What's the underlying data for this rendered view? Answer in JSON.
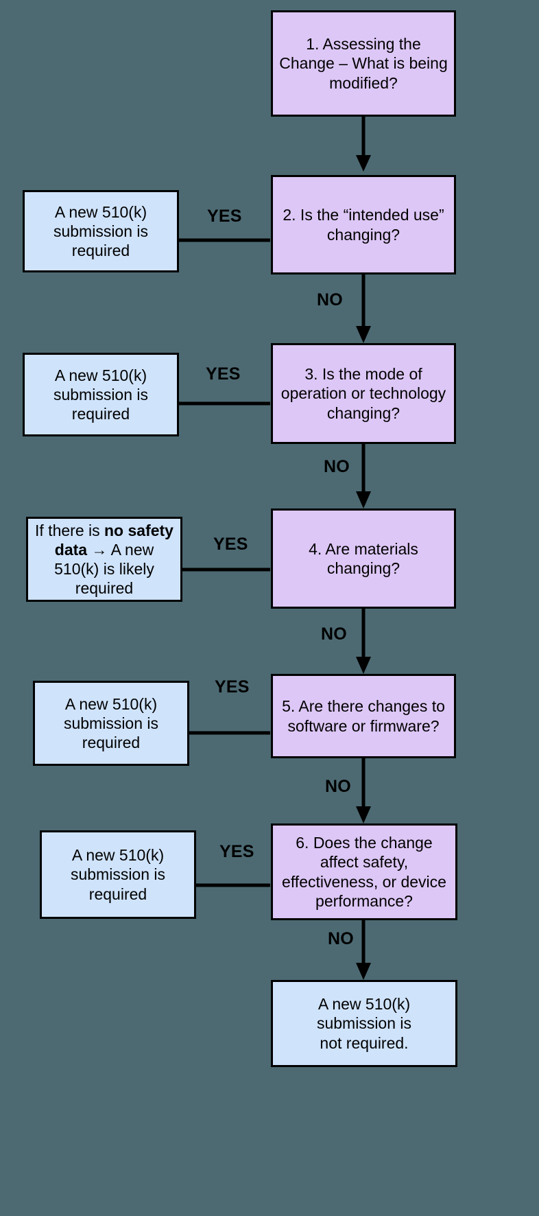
{
  "diagram": {
    "title": "510(k) Change Assessment Decision Flowchart",
    "background_color": "#4d6a73",
    "question_fill": "#ddc7f6",
    "outcome_fill": "#cfe3fb",
    "border_color": "#000000",
    "text_color": "#000000"
  },
  "nodes": {
    "q1": "1. Assessing the Change – What is being modified?",
    "q2": "2. Is the “intended use” changing?",
    "q3": "3. Is the mode of operation or technology changing?",
    "q4": "4. Are materials changing?",
    "q5": "5. Are there changes to software or firmware?",
    "q6": "6. Does the change affect safety, effectiveness, or device performance?",
    "o2": "A new 510(k) submission is required",
    "o3": "A new 510(k) submission is required",
    "o4_prefix": "If there is ",
    "o4_bold": "no safety data",
    "o4_suffix": " → A new 510(k) is likely required",
    "o5": "A new 510(k) submission is required",
    "o6": "A new 510(k) submission is required",
    "final": "A new 510(k) submission is\nnot required."
  },
  "edges": {
    "yes_2": "YES",
    "no_2": "NO",
    "yes_3": "YES",
    "no_3": "NO",
    "yes_4": "YES",
    "no_4": "NO",
    "yes_5": "YES",
    "no_5": "NO",
    "yes_6": "YES",
    "no_6": "NO"
  }
}
